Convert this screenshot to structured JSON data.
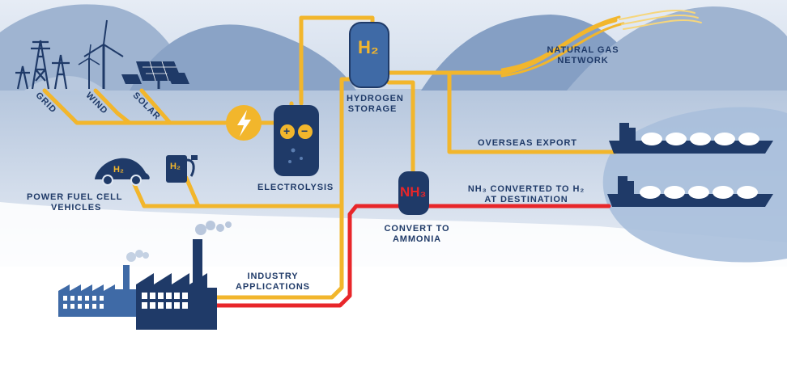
{
  "labels": {
    "grid": "GRID",
    "wind": "WIND",
    "solar": "SOLAR",
    "power_fuel_cell_line1": "POWER FUEL CELL",
    "power_fuel_cell_line2": "VEHICLES",
    "electrolysis": "ELECTROLYSIS",
    "hydrogen_storage_line1": "HYDROGEN",
    "hydrogen_storage_line2": "STORAGE",
    "natural_gas_line1": "NATURAL GAS",
    "natural_gas_line2": "NETWORK",
    "overseas_export": "OVERSEAS EXPORT",
    "nh3_converted_line1": "NH₃ CONVERTED TO H₂",
    "nh3_converted_line2": "AT DESTINATION",
    "convert_line1": "CONVERT TO",
    "convert_line2": "AMMONIA",
    "industry_line1": "INDUSTRY",
    "industry_line2": "APPLICATIONS"
  },
  "symbols": {
    "storage_tank": "H₂",
    "ammonia_tank": "NH₃",
    "car_badge": "H₂",
    "pump_badge": "H₂",
    "electrolyzer_plus": "+",
    "electrolyzer_minus": "−"
  },
  "colors": {
    "hydrogen_pipe": "#f2b62c",
    "ammonia_pipe": "#e8262a",
    "navy": "#1f3a68",
    "sky": "#dfe7f2",
    "water": "#a9bcd6",
    "hills": "#8ea6c8"
  }
}
